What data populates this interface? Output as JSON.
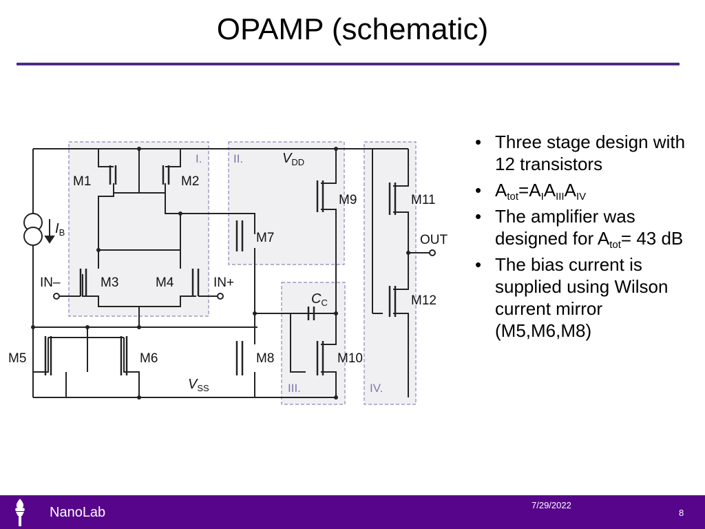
{
  "slide": {
    "title": "OPAMP (schematic)",
    "accent_color": "#4e2a84",
    "footer_color": "#57068c"
  },
  "bullets": {
    "b1": "Three stage design with 12 transistors",
    "b2_A": "A",
    "b2_tot": "tot",
    "b2_eqA": "=A",
    "b2_I": "I",
    "b2_A2": "A",
    "b2_III": "III",
    "b2_A3": "A",
    "b2_IV": "IV",
    "b3_pre": "The amplifier was designed for A",
    "b3_tot": "tot",
    "b3_post": "= 43 dB",
    "b4": "The bias current is supplied using Wilson current mirror (M5,M6,M8)"
  },
  "schematic": {
    "stage_labels": [
      "I.",
      "II.",
      "III.",
      "IV."
    ],
    "transistors": [
      "M1",
      "M2",
      "M3",
      "M4",
      "M5",
      "M6",
      "M7",
      "M8",
      "M9",
      "M10",
      "M11",
      "M12"
    ],
    "ports": {
      "in_minus": "IN–",
      "in_plus": "IN+",
      "out": "OUT"
    },
    "vdd_main": "V",
    "vdd_sub": "DD",
    "vss_main": "V",
    "vss_sub": "SS",
    "cc_main": "C",
    "cc_sub": "C",
    "ib_main": "I",
    "ib_sub": "B"
  },
  "footer": {
    "lab": "NanoLab",
    "date": "7/29/2022",
    "page": "8"
  }
}
